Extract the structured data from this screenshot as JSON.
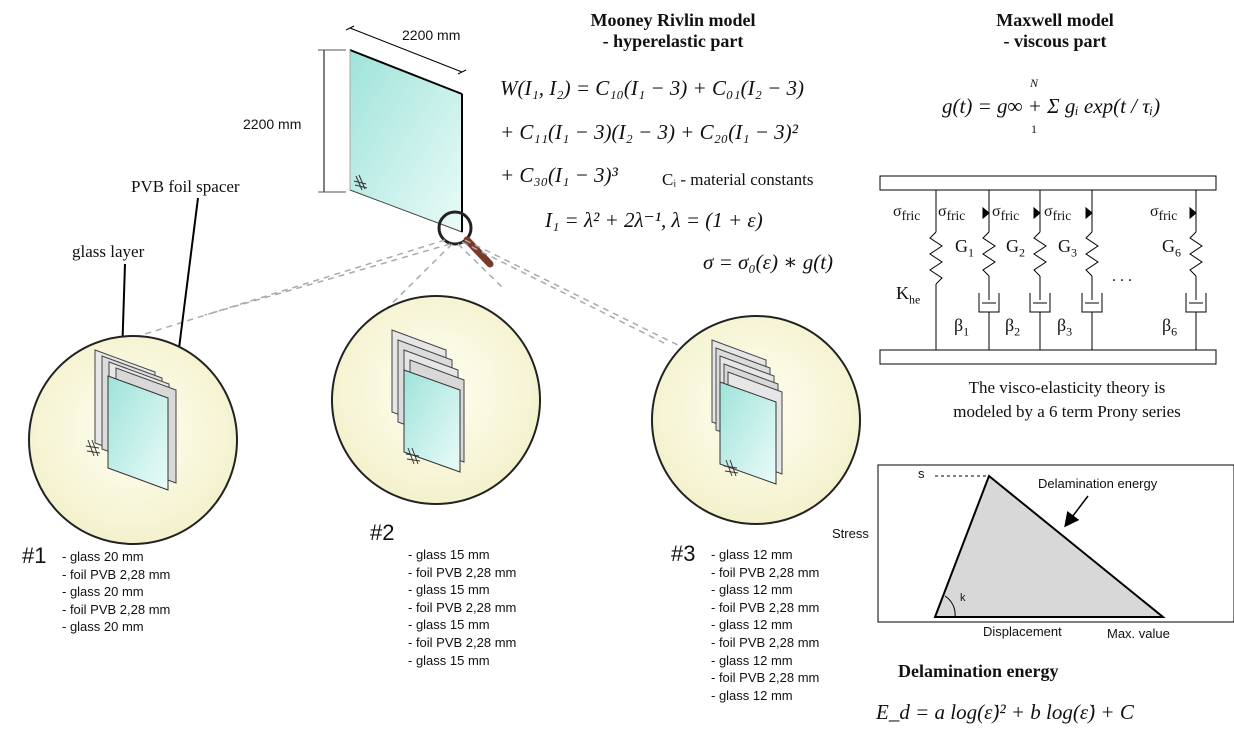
{
  "panel": {
    "dim_width": "2200 mm",
    "dim_height": "2200 mm",
    "label_pvb": "PVB foil spacer",
    "label_glass": "glass layer"
  },
  "variants": [
    {
      "number": "#1",
      "layers": [
        "- glass 20 mm",
        "- foil PVB 2,28 mm",
        "- glass 20 mm",
        "- foil PVB 2,28 mm",
        "- glass 20 mm"
      ]
    },
    {
      "number": "#2",
      "layers": [
        "- glass 15 mm",
        "- foil PVB 2,28 mm",
        "- glass 15 mm",
        "- foil PVB 2,28 mm",
        "- glass 15 mm",
        "- foil PVB 2,28 mm",
        "- glass 15 mm"
      ]
    },
    {
      "number": "#3",
      "layers": [
        "- glass 12 mm",
        "- foil PVB 2,28 mm",
        "- glass 12 mm",
        "- foil PVB 2,28 mm",
        "- glass 12 mm",
        "- foil PVB 2,28 mm",
        "- glass 12 mm",
        "- foil PVB 2,28 mm",
        "- glass 12 mm"
      ]
    }
  ],
  "mooney": {
    "title_line1": "Mooney Rivlin model",
    "title_line2": "- hyperelastic part",
    "eq_line1": "W(I₁, I₂) = C₁₀(I₁ − 3) + C₀₁(I₂ − 3)",
    "eq_line2": "+ C₁₁(I₁ − 3)(I₂ − 3) + C₂₀(I₁ − 3)²",
    "eq_line3": "+ C₃₀(I₁ − 3)³",
    "constants_note": "Cᵢ - material constants",
    "eq_invariant": "I₁ = λ² + 2λ⁻¹, λ = (1 + ε)",
    "eq_sigma": "σ = σ₀(ε) ∗ g(t)"
  },
  "maxwell": {
    "title_line1": "Maxwell model",
    "title_line2": "- viscous part",
    "eq_prony": "g(t) = g∞ + Σ gᵢ exp(t / τᵢ)",
    "sum_upper": "N",
    "sum_lower": "1",
    "k_he": "K",
    "k_he_sub": "he",
    "sigma_fric": "σ",
    "sigma_fric_sub": "fric",
    "G_labels": [
      "G",
      "G",
      "G",
      "G"
    ],
    "G_subs": [
      "1",
      "2",
      "3",
      "6"
    ],
    "beta_labels": [
      "β",
      "β",
      "β",
      "β"
    ],
    "beta_subs": [
      "1",
      "2",
      "3",
      "6"
    ],
    "dots": ". . .",
    "caption_line1": "The visco-elasticity theory is",
    "caption_line2": "modeled by a 6 term Prony series"
  },
  "delam_chart": {
    "s_label": "s",
    "ylabel": "Stress",
    "xlabel": "Displacement",
    "xmax_label": "Max. value",
    "k_label": "k",
    "annotation": "Delamination energy",
    "chart_data": {
      "type": "area",
      "x": [
        "0",
        "peak",
        "Max. value"
      ],
      "y": [
        "0",
        "s",
        "0"
      ]
    }
  },
  "delam_energy": {
    "title": "Delamination energy",
    "equation": "E_d = a log(ε̇)² + b log(ε̇) + C"
  }
}
